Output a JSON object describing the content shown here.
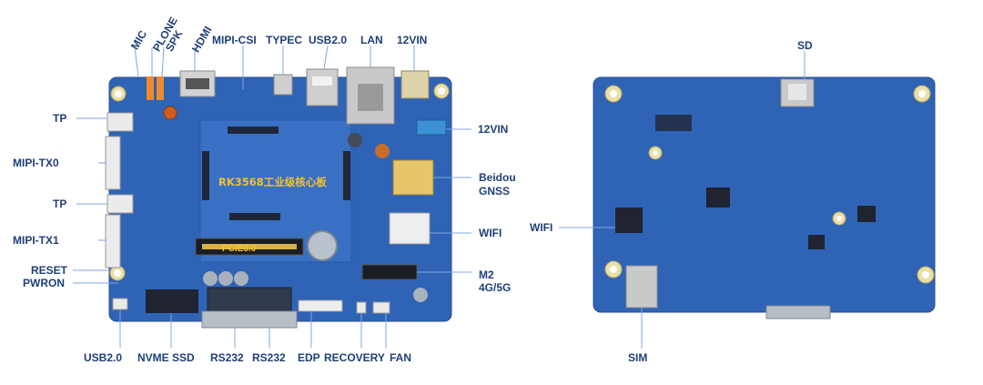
{
  "board_text": {
    "core_module": "RK3568工业级核心板",
    "slot": "PCIE3.0"
  },
  "front_labels": {
    "mic": "MIC",
    "plone": "PLONE",
    "spk": "SPK",
    "hdmi": "HDMI",
    "mipi_csi": "MIPI-CSI",
    "typec": "TYPEC",
    "usb20_top": "USB2.0",
    "lan": "LAN",
    "vin_top": "12VIN",
    "tp1": "TP",
    "mipi_tx0": "MIPI-TX0",
    "tp2": "TP",
    "mipi_tx1": "MIPI-TX1",
    "reset": "RESET",
    "pwron": "PWRON",
    "vin_right": "12VIN",
    "beidou": "Beidou",
    "gnss": "GNSS",
    "wifi": "WIFI",
    "m2": "M2",
    "m2_sub": "4G/5G",
    "usb20_bottom": "USB2.0",
    "nvme": "NVME SSD",
    "rs232_a": "RS232",
    "rs232_b": "RS232",
    "edp": "EDP",
    "recovery": "RECOVERY",
    "fan": "FAN"
  },
  "back_labels": {
    "sd": "SD",
    "wifi": "WIFI",
    "sim": "SIM"
  },
  "colors": {
    "board": "#2f63b6",
    "label": "#1f3f78",
    "leader": "#7fa7e0"
  }
}
